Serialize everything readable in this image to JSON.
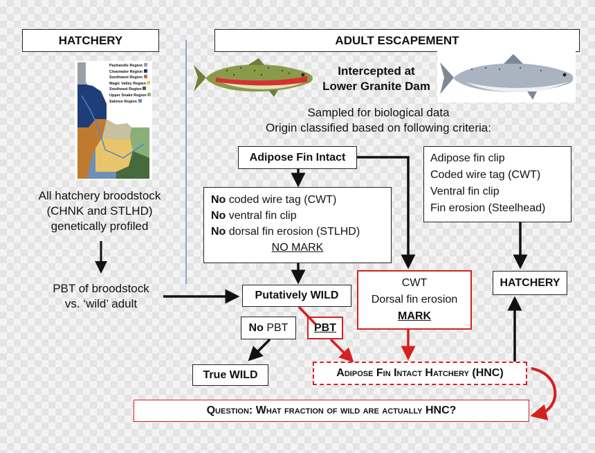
{
  "headers": {
    "hatchery": "HATCHERY",
    "adult_escapement": "ADULT ESCAPEMENT"
  },
  "map_legend": [
    "Panhandle Region",
    "Clearwater Region",
    "Southwest Region",
    "Magic Valley Region",
    "Southeast Region",
    "Upper Snake Region",
    "Salmon Region"
  ],
  "left": {
    "broodstock_l1": "All hatchery broodstock",
    "broodstock_l2": "(CHNK and STLHD)",
    "broodstock_l3": "genetically profiled",
    "pbt_l1": "PBT of broodstock",
    "pbt_l2": "vs. ‘wild’ adult"
  },
  "intercept": {
    "l1": "Intercepted at",
    "l2": "Lower Granite Dam"
  },
  "sampled": {
    "l1": "Sampled for biological data",
    "l2": "Origin classified based on following criteria:"
  },
  "adipose_intact": "Adipose Fin Intact",
  "no_mark_box": {
    "no": "No",
    "r1": " coded wire tag (CWT)",
    "r2": " ventral fin clip",
    "r3": " dorsal fin erosion (STLHD)",
    "label": "NO MARK"
  },
  "hatchery_criteria": [
    "Adipose fin clip",
    "Coded wire tag (CWT)",
    "Ventral fin clip",
    "Fin erosion (Steelhead)"
  ],
  "mark_box": {
    "l1": "CWT",
    "l2": "Dorsal fin erosion",
    "label": "MARK"
  },
  "putatively_wild": "Putatively WILD",
  "hatchery_result": "HATCHERY",
  "no_pbt": {
    "no": "No",
    "pbt": " PBT"
  },
  "pbt": "PBT",
  "true_wild": "True WILD",
  "hnc": "Adipose Fin Intact Hatchery (HNC)",
  "question": {
    "label": "Question:",
    "text": " What fraction of wild are actually HNC?"
  },
  "colors": {
    "red": "#d42020",
    "black": "#111111"
  }
}
